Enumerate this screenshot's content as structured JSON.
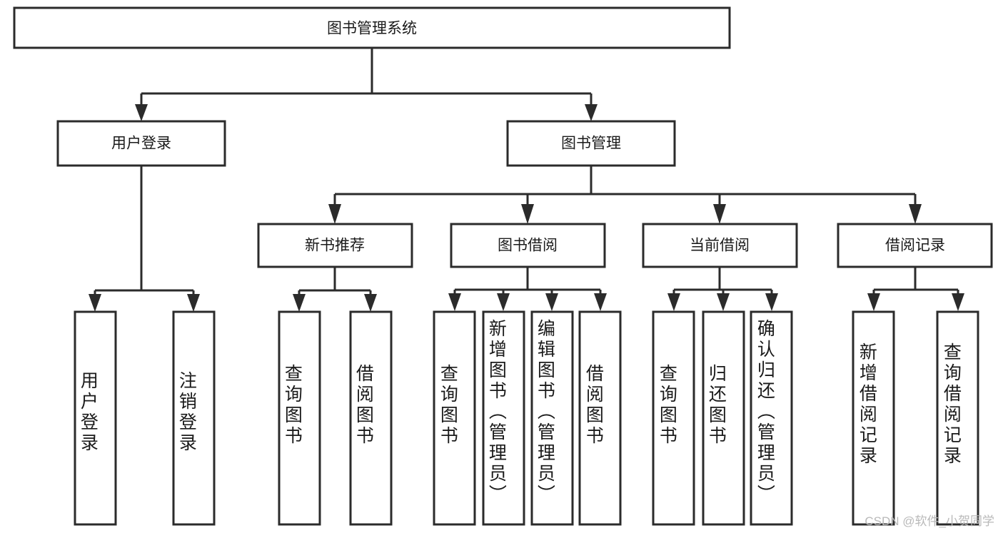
{
  "diagram": {
    "title_node": {
      "label": "图书管理系统"
    },
    "level2": [
      {
        "id": "user-login",
        "label": "用户登录"
      },
      {
        "id": "book-management",
        "label": "图书管理"
      }
    ],
    "level3": [
      {
        "id": "new-book-recommend",
        "label": "新书推荐"
      },
      {
        "id": "book-borrow",
        "label": "图书借阅"
      },
      {
        "id": "current-borrow",
        "label": "当前借阅"
      },
      {
        "id": "borrow-record",
        "label": "借阅记录"
      }
    ],
    "leaves": {
      "user_login": [
        {
          "id": "leaf-user-login",
          "label": "用户登录"
        },
        {
          "id": "leaf-user-logout",
          "label": "注销登录"
        }
      ],
      "new_book_recommend": [
        {
          "id": "leaf-query-book-1",
          "label": "查询图书"
        },
        {
          "id": "leaf-borrow-book-1",
          "label": "借阅图书"
        }
      ],
      "book_borrow": [
        {
          "id": "leaf-query-book-2",
          "label": "查询图书"
        },
        {
          "id": "leaf-add-book",
          "label": "新增图书（管理员）"
        },
        {
          "id": "leaf-edit-book",
          "label": "编辑图书（管理员）"
        },
        {
          "id": "leaf-borrow-book-2",
          "label": "借阅图书"
        }
      ],
      "current_borrow": [
        {
          "id": "leaf-query-book-3",
          "label": "查询图书"
        },
        {
          "id": "leaf-return-book",
          "label": "归还图书"
        },
        {
          "id": "leaf-confirm-return",
          "label": "确认归还（管理员）"
        }
      ],
      "borrow_record": [
        {
          "id": "leaf-add-record",
          "label": "新增借阅记录"
        },
        {
          "id": "leaf-query-record",
          "label": "查询借阅记录"
        }
      ]
    }
  },
  "watermark": {
    "text": "CSDN @软件_小贺同学"
  },
  "colors": {
    "stroke": "#2b2b2b",
    "fill": "#ffffff",
    "text": "#1a1a1a",
    "watermark": "#b9b9b9"
  }
}
